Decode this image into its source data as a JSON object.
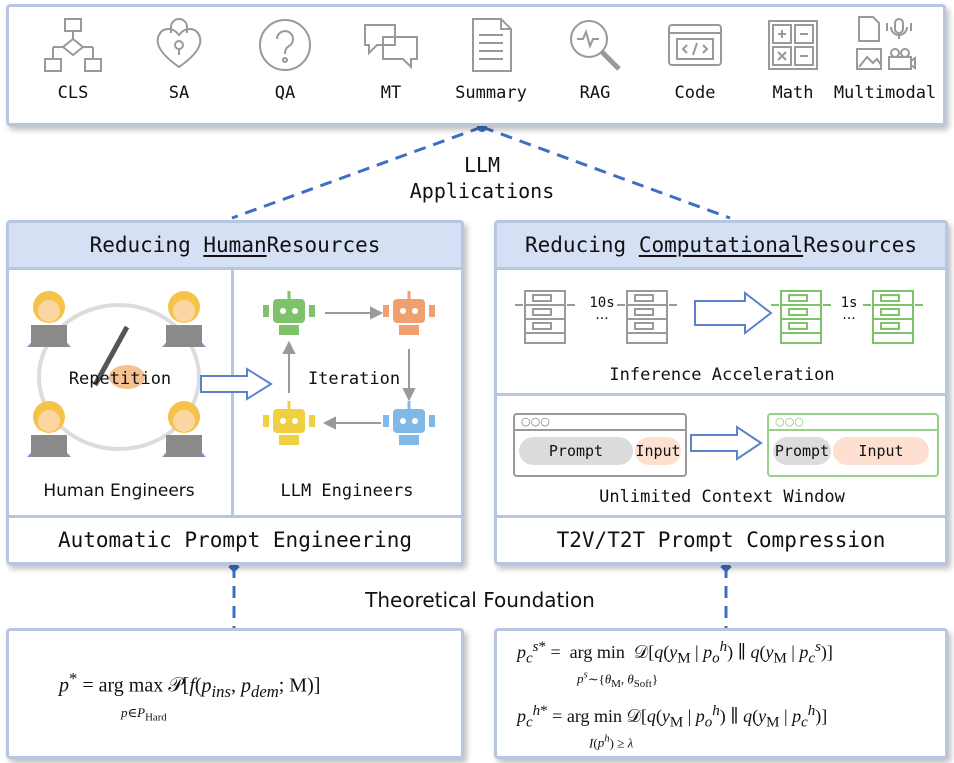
{
  "applications": {
    "items": [
      {
        "label": "CLS",
        "icon": "flowchart-icon"
      },
      {
        "label": "SA",
        "icon": "heart-lock-icon"
      },
      {
        "label": "QA",
        "icon": "question-icon"
      },
      {
        "label": "MT",
        "icon": "chat-bubbles-icon"
      },
      {
        "label": "Summary",
        "icon": "document-icon"
      },
      {
        "label": "RAG",
        "icon": "magnifier-icon"
      },
      {
        "label": "Code",
        "icon": "code-window-icon"
      },
      {
        "label": "Math",
        "icon": "calculator-icon"
      },
      {
        "label": "Multimodal",
        "icon": "multimodal-icon"
      }
    ],
    "caption_line1": "LLM",
    "caption_line2": "Applications"
  },
  "human_panel": {
    "header_pre": "Reducing ",
    "header_underlined": "Human",
    "header_post": " Resources",
    "repetition": "Repetition",
    "iteration": "Iteration",
    "human_engineers": "Human Engineers",
    "llm_engineers": "LLM Engineers",
    "footer": "Automatic Prompt Engineering"
  },
  "compute_panel": {
    "header_pre": "Reducing ",
    "header_underlined": "Computational",
    "header_post": " Resources",
    "time_slow": "10s",
    "time_fast": "1s",
    "dots": "···",
    "inference": "Inference Acceleration",
    "prompt": "Prompt",
    "input": "Input",
    "window_dots": "○○○",
    "context": "Unlimited Context Window",
    "footer": "T2V/T2T Prompt Compression"
  },
  "foundation": "Theoretical Foundation",
  "colors": {
    "border": "#b9c6e2",
    "header_bg": "#d6e0f4",
    "dash": "#3f6fc4",
    "green": "#7ec26a",
    "orange": "#f0a070",
    "yellow": "#f0d040",
    "blue": "#80b8e8",
    "gray": "#9a9a9a"
  }
}
